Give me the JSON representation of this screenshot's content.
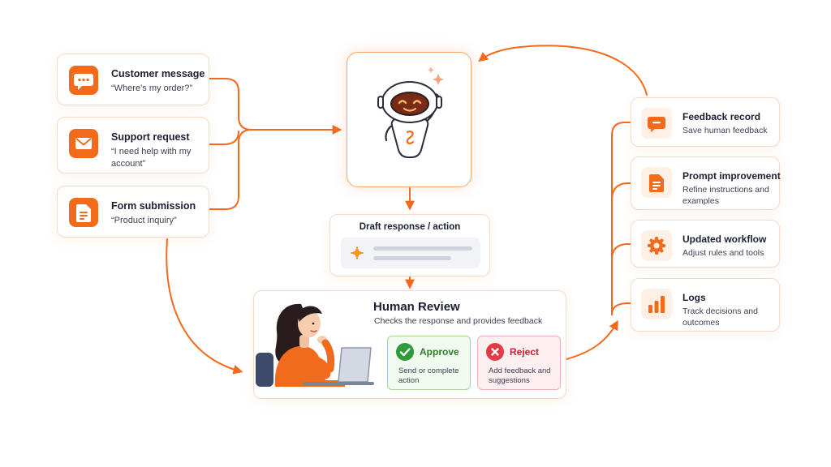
{
  "inputs": [
    {
      "title": "Customer message",
      "subtitle": "“Where’s my order?”",
      "icon": "chat-icon"
    },
    {
      "title": "Support request",
      "subtitle": "“I need help with my account”",
      "icon": "envelope-icon"
    },
    {
      "title": "Form submission",
      "subtitle": "“Product inquiry”",
      "icon": "document-icon"
    }
  ],
  "agent": {
    "icon": "robot-icon"
  },
  "draft": {
    "title": "Draft response / action",
    "icon": "sparkle-icon"
  },
  "review": {
    "title": "Human Review",
    "subtitle": "Checks the response and provides feedback",
    "approve": {
      "title": "Approve",
      "subtitle": "Send or complete action",
      "icon": "check-icon"
    },
    "reject": {
      "title": "Reject",
      "subtitle": "Add feedback and suggestions",
      "icon": "x-icon"
    }
  },
  "improvements": [
    {
      "title": "Feedback record",
      "subtitle": "Save human feedback",
      "icon": "feedback-icon"
    },
    {
      "title": "Prompt improvement",
      "subtitle": "Refine instructions and examples",
      "icon": "document-icon"
    },
    {
      "title": "Updated workflow",
      "subtitle": "Adjust rules and tools",
      "icon": "gear-icon"
    },
    {
      "title": "Logs",
      "subtitle": "Track decisions and outcomes",
      "icon": "bar-chart-icon"
    }
  ],
  "colors": {
    "accent": "#f26a1b",
    "approve": "#2f9a3a",
    "reject": "#e23b44"
  }
}
